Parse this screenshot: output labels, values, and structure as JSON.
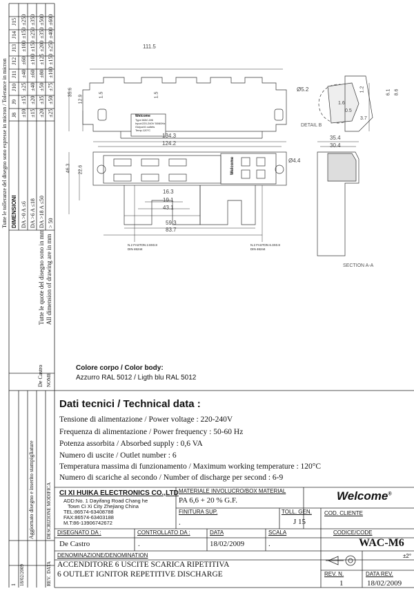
{
  "left_strip": {
    "tolerance_note": "Tutte le tolleranze del disegno sono espresse in micron / Tolerance in micron",
    "table_headers": [
      "DIMENSIONI",
      "J8",
      "J9",
      "J10",
      "J11",
      "J12",
      "J13",
      "J14",
      "J15"
    ],
    "table_rows": [
      [
        "DA >0 A ≤6",
        "±10",
        "±15",
        "±25",
        "±40",
        "±60",
        "±100",
        "±150",
        "±250"
      ],
      [
        "DA >6 A ≤18",
        "±15",
        "±20",
        "±40",
        "±60",
        "±100",
        "±150",
        "±250",
        "±350"
      ],
      [
        "DA >18 A ≤50",
        "±20",
        "±35",
        "±50",
        "±80",
        "±125",
        "±200",
        "±350",
        "±500"
      ],
      [
        "> 50",
        "±25",
        "±50",
        "±75",
        "±100",
        "±150",
        "±250",
        "±400",
        "±600"
      ]
    ],
    "dimension_note_it": "Tutte le quote del disegno sono in mm",
    "dimension_note_en": "All dimension of drawing are in mm",
    "revision_row": [
      "1",
      "18/02/2009",
      "Aggiornato disegno e inserito stampigliature",
      "De Castro"
    ],
    "revision_header": [
      "REV.",
      "DATA",
      "DESCRIZIONE MODIFICA",
      "NOME"
    ]
  },
  "drawing": {
    "dims": {
      "top_width": "111.5",
      "top_height_a": "35.6",
      "top_height_b": "12.9",
      "top_small_a": "1.5",
      "top_small_b": "1.5",
      "width_total": "134.3",
      "width_inner": "124.2",
      "height_a": "46.3",
      "height_b": "22.6",
      "d1": "16.3",
      "d2": "19.1",
      "d3": "43.1",
      "d4": "59.3",
      "d5": "83.7",
      "hole_dia": "Ø4.4",
      "side_w1": "35.4",
      "side_w2": "30.4",
      "detail_dia": "Ø5.2",
      "detail_r1": "1.6",
      "detail_r2": "0.5",
      "detail_r3": "3.7",
      "detail_v1": "6.1",
      "detail_v2": "8.6",
      "detail_v3": "1.2"
    },
    "detail_label": "DETAIL B",
    "section_label": "SECTION A-A",
    "faston_left": [
      "N.2 FASTON 2.8X0.8",
      "DIN 46244"
    ],
    "faston_right": [
      "N.2 FASTON 6.3X0.8",
      "DIN 46244"
    ],
    "label_brand": "Welcome",
    "label_lines": [
      "Type:WAC-M6",
      "Input:220-240V 50/60Hz",
      "Output:6 outlets",
      "Temp.120°C"
    ]
  },
  "color_body": {
    "title": "Colore corpo / Color body:",
    "value": "Azzurro RAL 5012 / Ligth blu RAL 5012"
  },
  "tech": {
    "title": "Dati tecnici / Technical data :",
    "lines": [
      "Tensione di alimentazione / Power voltage : 220-240V",
      "Frequenza di alimentazione / Power frequency : 50-60 Hz",
      "Potenza assorbita / Absorbed supply : 0,6 VA",
      "Numero di uscite / Outlet number : 6",
      "Temperatura massima di funzionamento / Maximum working temperature : 120°C",
      "Numero di scariche al secondo / Number of discharge per second : 6-9"
    ]
  },
  "title_block": {
    "company": "CI XI HUIKA ELECTRONICS CO.,LTD",
    "address": [
      "ADD:No. 1 Dayifang Road Chang he",
      "Town Ci Xi City Zhejiang China",
      "TEL:86574-63408788",
      "FAX:86574-63403188",
      "M.T:86-13906742672"
    ],
    "material_label": "MATERIALE INVOLUCRO/BOX MATERIAL",
    "material_value": "PA 6,6 + 20 % G.F.",
    "finish_label": "FINITURA SUP.",
    "finish_value": ".",
    "toll_label": "TOLL. GEN.",
    "toll_value": "J 15",
    "client_label": "COD. CLIENTE",
    "brand": "Welcome",
    "designer_label": "DISEGNATO DA :",
    "designer_value": "De Castro",
    "checked_label": "CONTROLLATO DA :",
    "checked_value": ".",
    "date_label": "DATA",
    "date_value": "18/02/2009",
    "scale_label": "SCALA",
    "scale_value": ".",
    "code_label": "CODICE/CODE",
    "code_value": "WAC-M6",
    "denom_label": "DENOMINAZIONE/DENOMINATION",
    "denom_it": "ACCENDITORE 6 USCITE SCARICA RIPETITIVA",
    "denom_en": "6 OUTLET IGNITOR REPETITIVE DISCHARGE",
    "rev_label": "REV. N.",
    "rev_value": "1",
    "rev_date_label": "DATA REV.",
    "rev_date_value": "18/02/2009",
    "tolerance_symbol": "±2°"
  }
}
